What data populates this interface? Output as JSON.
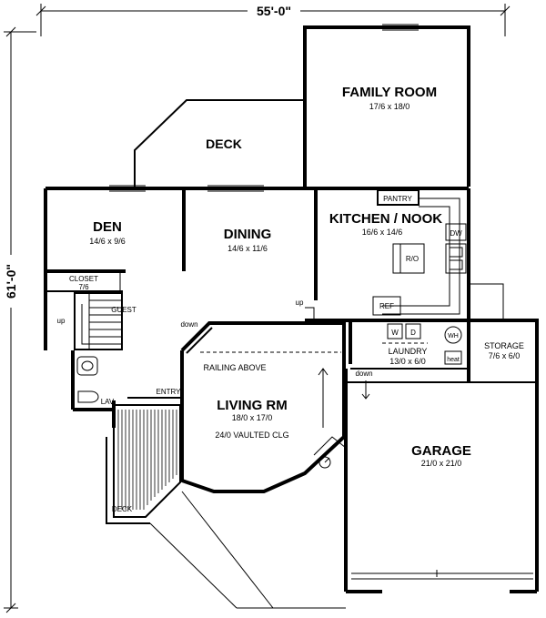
{
  "overall_width": "55'-0\"",
  "overall_depth": "61'-0\"",
  "rooms": {
    "family_room": {
      "name": "FAMILY ROOM",
      "dims": "17/6  x  18/0"
    },
    "deck_upper": {
      "name": "DECK"
    },
    "den": {
      "name": "DEN",
      "dims": "14/6  x  9/6"
    },
    "dining": {
      "name": "DINING",
      "dims": "14/6  x  11/6"
    },
    "kitchen": {
      "name": "KITCHEN / NOOK",
      "dims": "16/6  x  14/6"
    },
    "living": {
      "name": "LIVING RM",
      "dims": "18/0  x  17/0",
      "note": "24/0 VAULTED CLG"
    },
    "laundry": {
      "name": "LAUNDRY",
      "dims": "13/0  x  6/0"
    },
    "storage": {
      "name": "STORAGE",
      "dims": "7/6  x  6/0"
    },
    "garage": {
      "name": "GARAGE",
      "dims": "21/0  x  21/0"
    },
    "deck_lower": {
      "name": "DECK"
    }
  },
  "labels": {
    "closet": "CLOSET",
    "closet_dims": "7/6",
    "guest": "GUEST",
    "lav": "LAV",
    "entry": "ENTRY",
    "pantry": "PANTRY",
    "dw": "DW",
    "ro": "R/O",
    "ref": "REF",
    "washer": "W",
    "dryer": "D",
    "wh": "WH",
    "heat": "heat",
    "railing": "RAILING ABOVE",
    "up_stair": "up",
    "up_kitchen": "up",
    "down_living": "down",
    "down_garage": "down"
  }
}
